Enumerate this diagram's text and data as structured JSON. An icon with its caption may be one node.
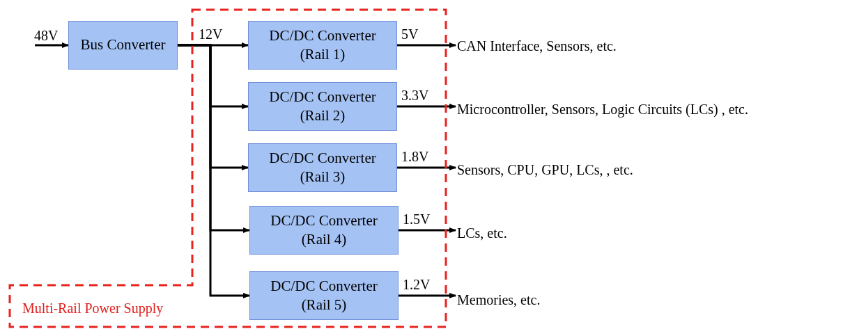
{
  "diagram": {
    "nodes": [
      {
        "text": [
          "Multi-Rail Power Supply"
        ]
      },
      {
        "text": [
          "Bus Converter"
        ]
      },
      {
        "text": [
          "DC/DC Converter (Rail 1)"
        ],
        "in": 0
      },
      {
        "text": [
          "DC/DC Converter (Rail 2)"
        ],
        "in": 0
      },
      {
        "text": [
          "DC/DC Converter (Rail 3)"
        ],
        "in": 0
      },
      {
        "text": [
          "DC/DC Converter (Rail 4)"
        ],
        "in": 0
      },
      {
        "text": [
          "DC/DC Converter (Rail 5)"
        ],
        "in": 0
      },
      {
        "text": [
          "CAN Interface, Sensors, etc."
        ]
      },
      {
        "text": [
          "Microcontroller, Sensors, Logic Circuits (LCs) , etc."
        ]
      },
      {
        "text": [
          "Sensors, CPU, GPU, LCs, , etc."
        ]
      },
      {
        "text": [
          "LCs, etc."
        ]
      },
      {
        "text": [
          "Memories, etc."
        ]
      }
    ],
    "edges": [
      {
        "from": null,
        "to": 1,
        "arrow": "to",
        "label": "48V"
      },
      {
        "from": 1,
        "to": 2,
        "arrow": "to",
        "label": "12V"
      },
      {
        "from": 1,
        "to": 3,
        "arrow": "to"
      },
      {
        "from": 1,
        "to": 4,
        "arrow": "to"
      },
      {
        "from": 1,
        "to": 5,
        "arrow": "to"
      },
      {
        "from": 1,
        "to": 6,
        "arrow": "to"
      },
      {
        "from": 2,
        "to": 7,
        "arrow": "to",
        "label": "5V"
      },
      {
        "from": 3,
        "to": 8,
        "arrow": "to",
        "label": "3.3V"
      },
      {
        "from": 4,
        "to": 9,
        "arrow": "to",
        "label": "1.8V"
      },
      {
        "from": 5,
        "to": 10,
        "arrow": "to",
        "label": "1.5V"
      },
      {
        "from": 6,
        "to": 11,
        "arrow": "to",
        "label": "1.2V"
      }
    ]
  }
}
